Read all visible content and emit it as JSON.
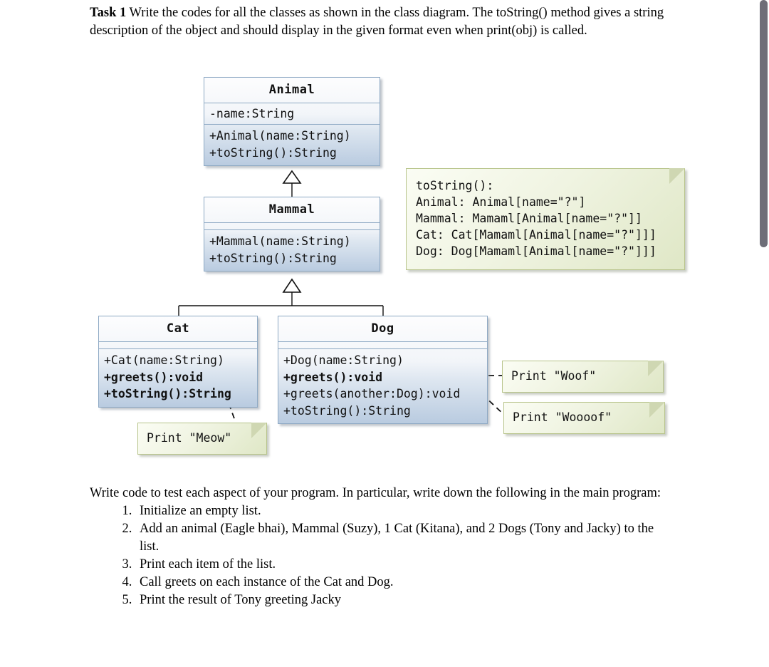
{
  "intro": {
    "label": "Task 1",
    "text": " Write the codes for all the classes as shown in the class diagram. The toString() method gives a string description of the object and should display in the given format even when print(obj) is called."
  },
  "diagram": {
    "classes": [
      {
        "name": "Animal",
        "attributes": [
          "-name:String"
        ],
        "operations": [
          {
            "text": "+Animal(name:String)",
            "bold": false
          },
          {
            "text": "+toString():String",
            "bold": false
          }
        ]
      },
      {
        "name": "Mammal",
        "attributes": [],
        "operations": [
          {
            "text": "+Mammal(name:String)",
            "bold": false
          },
          {
            "text": "+toString():String",
            "bold": false
          }
        ]
      },
      {
        "name": "Cat",
        "attributes": [],
        "operations": [
          {
            "text": "+Cat(name:String)",
            "bold": false
          },
          {
            "text": "+greets():void",
            "bold": true
          },
          {
            "text": "+toString():String",
            "bold": true
          }
        ]
      },
      {
        "name": "Dog",
        "attributes": [],
        "operations": [
          {
            "text": "+Dog(name:String)",
            "bold": false
          },
          {
            "text": "+greets():void",
            "bold": true
          },
          {
            "text": "+greets(another:Dog):void",
            "bold": false
          },
          {
            "text": "+toString():String",
            "bold": false
          }
        ]
      }
    ],
    "notes": {
      "tostring": "toString():\nAnimal: Animal[name=\"?\"]\nMammal: Mamaml[Animal[name=\"?\"]]\nCat: Cat[Mamaml[Animal[name=\"?\"]]]\nDog: Dog[Mamaml[Animal[name=\"?\"]]]",
      "meow": "Print \"Meow\"",
      "woof": "Print \"Woof\"",
      "woooof": "Print \"Woooof\""
    },
    "colors": {
      "class_border": "#8ea9c4",
      "class_fill_top": "#fdfdfe",
      "class_fill_bottom": "#b9cbe0",
      "note_border": "#b8c48b",
      "note_fill": "#eef2de",
      "connector": "#111111"
    }
  },
  "outro": {
    "paragraph": "Write code to test each aspect of your program. In particular, write down the following in the main program:",
    "steps": [
      "Initialize an empty list.",
      "Add an animal (Eagle bhai), Mammal (Suzy), 1 Cat (Kitana), and 2 Dogs (Tony and Jacky) to the list.",
      "Print each item of the list.",
      "Call greets on each instance of the Cat and Dog.",
      "Print the result of Tony greeting Jacky"
    ]
  }
}
